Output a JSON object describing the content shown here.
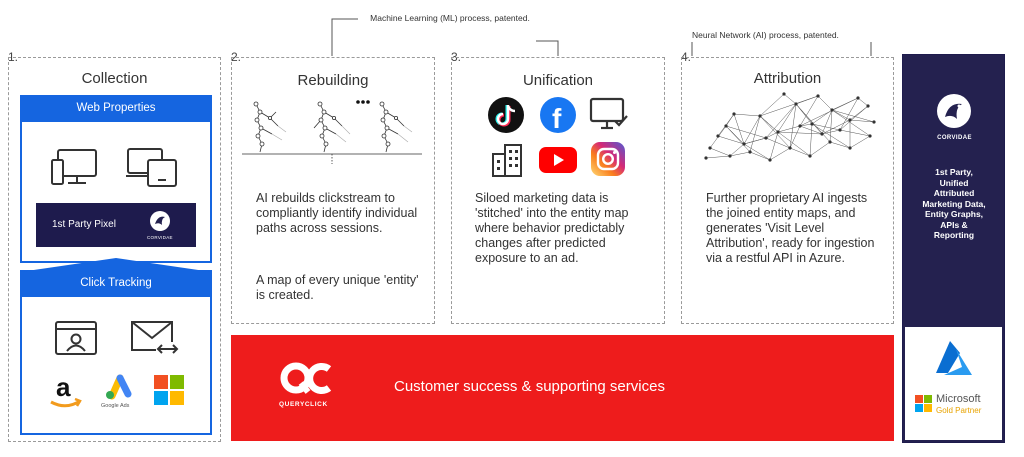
{
  "stages": {
    "collection": {
      "number": "1.",
      "title": "Collection",
      "web_properties": "Web Properties",
      "pixel_label": "1st Party Pixel",
      "click_tracking": "Click Tracking",
      "google_ads_label": "Google Ads",
      "corvidae_small": "CORVIDAE"
    },
    "rebuilding": {
      "number": "2.",
      "title": "Rebuilding",
      "text_1": "AI rebuilds clickstream to compliantly identify individual paths across sessions.",
      "text_2": "A map of every unique 'entity' is created."
    },
    "unification": {
      "number": "3.",
      "title": "Unification",
      "text": "Siloed marketing data is 'stitched' into the entity map where behavior predictably changes after predicted exposure to an ad."
    },
    "attribution": {
      "number": "4.",
      "title": "Attribution",
      "text": "Further proprietary AI ingests the joined entity maps, and generates 'Visit Level Attribution', ready for ingestion via a restful API in Azure."
    }
  },
  "notes": {
    "ml": "Machine Learning (ML) process, patented.",
    "nn": "Neural Network (AI) process, patented."
  },
  "banner": {
    "logo_text": "QUERYCLICK",
    "text": "Customer success & supporting services"
  },
  "sidebar": {
    "brand": "CORVIDAE",
    "description": "1st Party, Unified Attributed Marketing Data, Entity Graphs, APIs & Reporting",
    "partner_line1": "Microsoft",
    "partner_line2": "Gold Partner"
  },
  "colors": {
    "blue": "#1565e0",
    "navy": "#24214f",
    "red": "#ee1c1c"
  }
}
